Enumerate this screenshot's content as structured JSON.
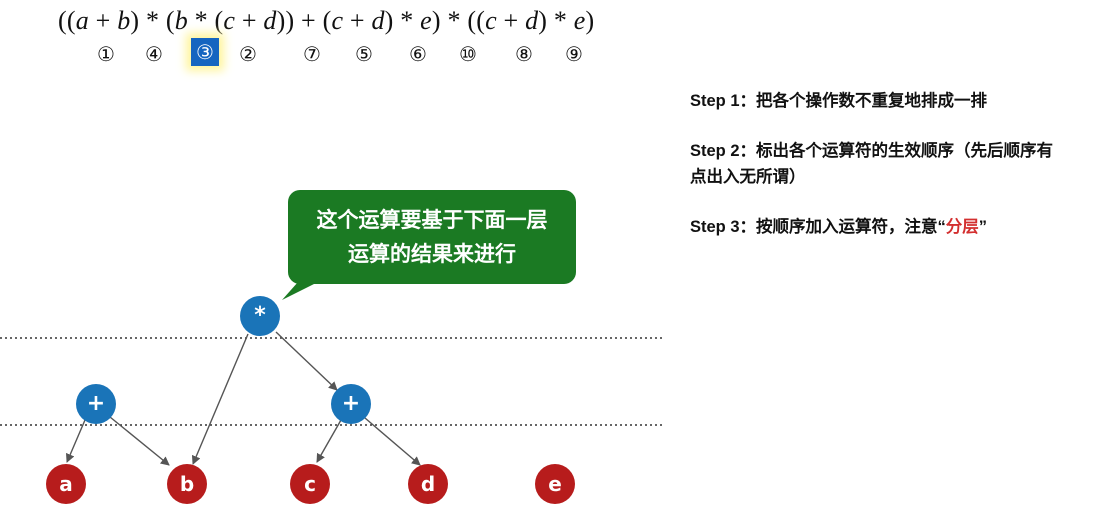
{
  "formula": {
    "parts": [
      "((",
      "a",
      " + ",
      "b",
      ") * (",
      "b",
      " * (",
      "c",
      " + ",
      "d",
      ")) + (",
      "c",
      " + ",
      "d",
      ") * ",
      "e",
      ") * ((",
      "c",
      " + ",
      "d",
      ") * ",
      "e",
      ")"
    ],
    "order_labels": [
      "①",
      "④",
      "③",
      "②",
      "⑦",
      "⑤",
      "⑥",
      "⑩",
      "⑧",
      "⑨"
    ],
    "highlight_index": 2
  },
  "steps": [
    {
      "text": "Step 1：把各个操作数不重复地排成一排"
    },
    {
      "text": "Step 2：标出各个运算符的生效顺序（先后顺序有点出入无所谓）"
    },
    {
      "prefix": "Step 3：按顺序加入运算符，注意“",
      "emphasis": "分层",
      "suffix": "”"
    }
  ],
  "bubble": {
    "line1": "这个运算要基于下面一层",
    "line2": "运算的结果来进行"
  },
  "tree": {
    "operators": [
      {
        "id": "op-mul",
        "label": "*"
      },
      {
        "id": "op-plus-left",
        "label": "+"
      },
      {
        "id": "op-plus-right",
        "label": "+"
      }
    ],
    "operands": [
      {
        "id": "leaf-a",
        "label": "a"
      },
      {
        "id": "leaf-b",
        "label": "b"
      },
      {
        "id": "leaf-c",
        "label": "c"
      },
      {
        "id": "leaf-d",
        "label": "d"
      },
      {
        "id": "leaf-e",
        "label": "e"
      }
    ]
  },
  "colors": {
    "operator": "#1a74b8",
    "operand": "#b71c1c",
    "bubble": "#1b7a23",
    "highlight": "#1565c0",
    "emphasis": "#d32f2f"
  }
}
